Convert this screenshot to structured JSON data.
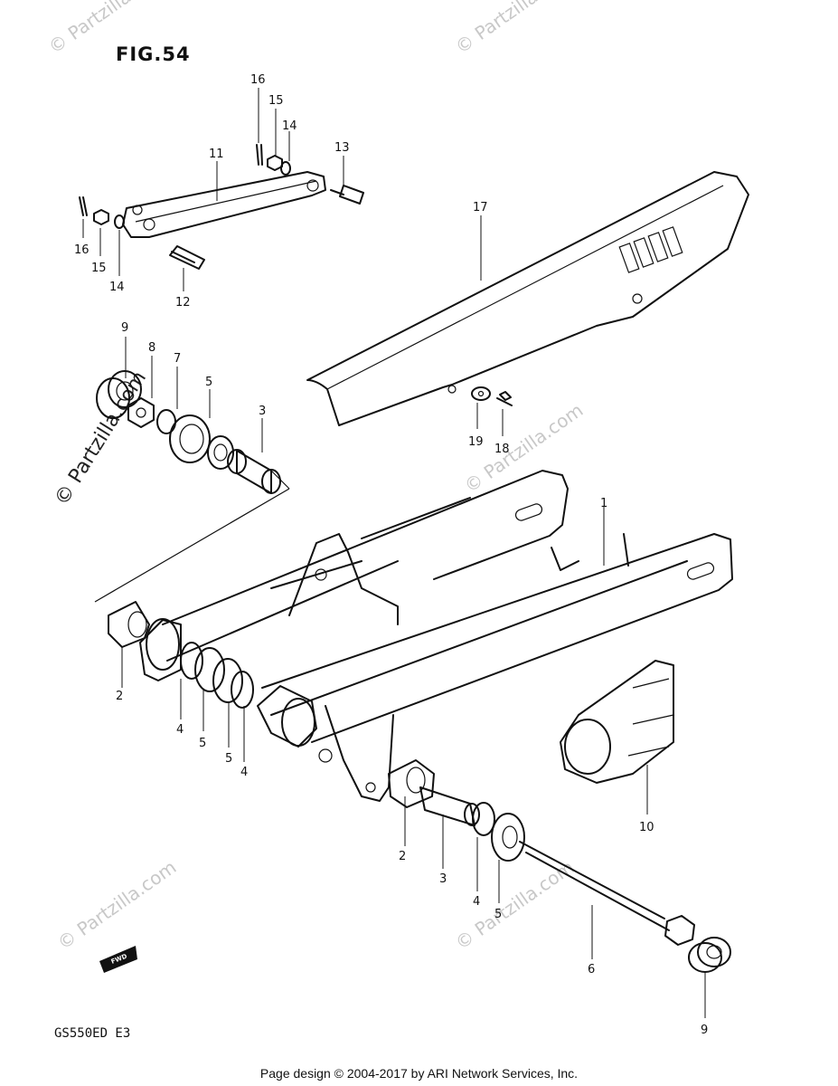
{
  "figure": {
    "title": "FIG.54",
    "model_code": "GS550ED E3",
    "fwd_badge": "FWD"
  },
  "footer": "Page design © 2004-2017 by ARI Network Services, Inc.",
  "watermark": "© Partzilla.com",
  "callouts": [
    "1",
    "2",
    "2",
    "3",
    "3",
    "4",
    "4",
    "4",
    "5",
    "5",
    "5",
    "5",
    "6",
    "7",
    "8",
    "9",
    "9",
    "10",
    "11",
    "12",
    "13",
    "14",
    "14",
    "15",
    "15",
    "16",
    "16",
    "17",
    "18",
    "19"
  ],
  "colors": {
    "ink": "#111111",
    "watermark": "#c8c8c8",
    "background": "#ffffff"
  }
}
